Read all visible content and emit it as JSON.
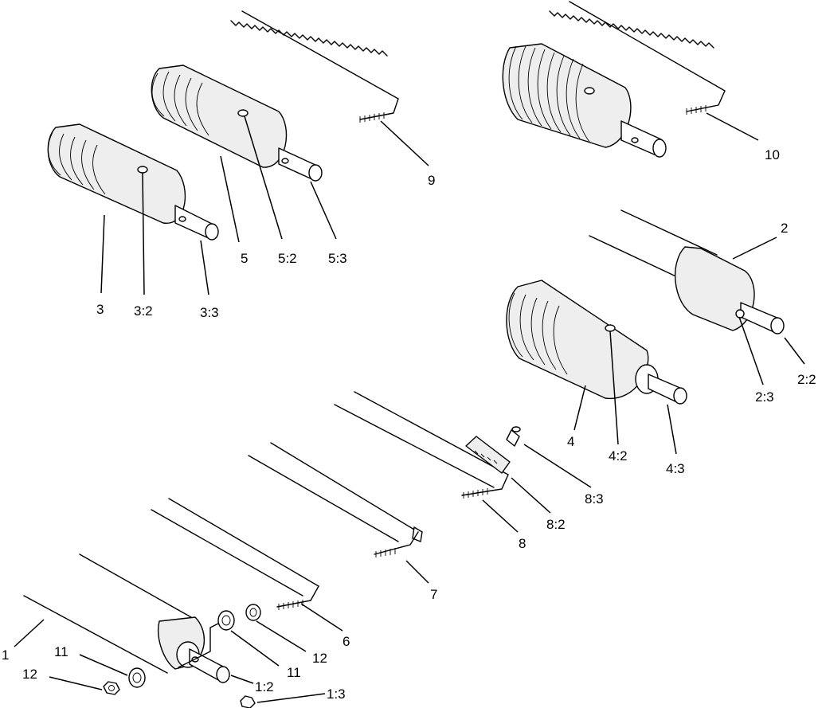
{
  "callouts": {
    "c1": "1",
    "c1_2": "1:2",
    "c1_3": "1:3",
    "c2": "2",
    "c2_2": "2:2",
    "c2_3": "2:3",
    "c3": "3",
    "c3_2": "3:2",
    "c3_3": "3:3",
    "c4": "4",
    "c4_2": "4:2",
    "c4_3": "4:3",
    "c5": "5",
    "c5_2": "5:2",
    "c5_3": "5:3",
    "c6": "6",
    "c7": "7",
    "c8": "8",
    "c8_2": "8:2",
    "c8_3": "8:3",
    "c9": "9",
    "c10": "10",
    "c11a": "11",
    "c11b": "11",
    "c12a": "12",
    "c12b": "12"
  }
}
